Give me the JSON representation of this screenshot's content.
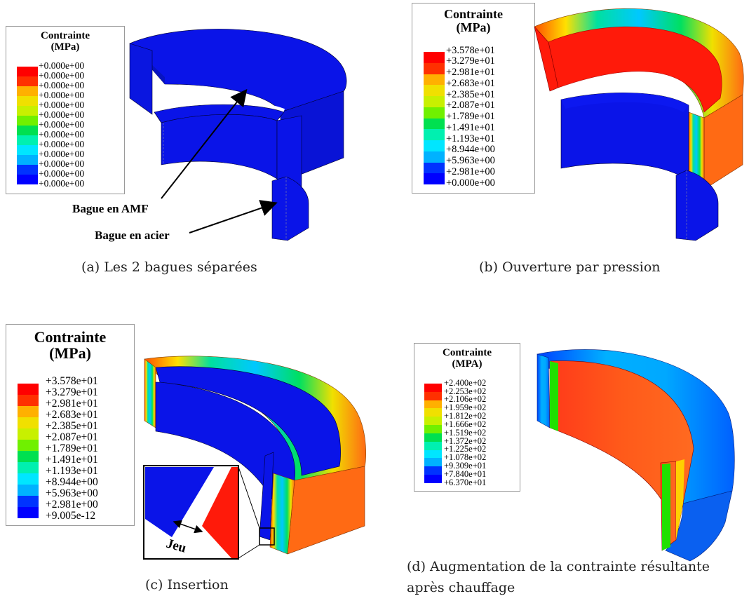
{
  "colors": {
    "scale": [
      "#0000ff",
      "#0033ff",
      "#0080ff",
      "#00b2ff",
      "#00e6ff",
      "#00f0b0",
      "#00e050",
      "#20e000",
      "#70f000",
      "#c8f000",
      "#f0e000",
      "#ffb000",
      "#ff7000",
      "#ff3000",
      "#ff0000"
    ],
    "blue": "#0a14e8",
    "red": "#ff1a0a",
    "orange": "#ff6a14"
  },
  "panels": [
    {
      "id": "a",
      "caption": "(a)  Les 2 bagues séparées",
      "legend": {
        "title": "Contrainte\n(MPa)",
        "labels": [
          "+0.000e+00",
          "+0.000e+00",
          "+0.000e+00",
          "+0.000e+00",
          "+0.000e+00",
          "+0.000e+00",
          "+0.000e+00",
          "+0.000e+00",
          "+0.000e+00",
          "+0.000e+00",
          "+0.000e+00",
          "+0.000e+00",
          "+0.000e+00"
        ]
      },
      "annotations": [
        "Bague en AMF",
        "Bague en acier"
      ]
    },
    {
      "id": "b",
      "caption": "(b)  Ouverture par pression",
      "legend": {
        "title": "Contrainte\n(MPa)",
        "labels": [
          "+3.578e+01",
          "+3.279e+01",
          "+2.981e+01",
          "+2.683e+01",
          "+2.385e+01",
          "+2.087e+01",
          "+1.789e+01",
          "+1.491e+01",
          "+1.193e+01",
          "+8.944e+00",
          "+5.963e+00",
          "+2.981e+00",
          "+0.000e+00"
        ]
      }
    },
    {
      "id": "c",
      "caption": "(c)  Insertion",
      "legend": {
        "title": "Contrainte\n(MPa)",
        "labels": [
          "+3.578e+01",
          "+3.279e+01",
          "+2.981e+01",
          "+2.683e+01",
          "+2.385e+01",
          "+2.087e+01",
          "+1.789e+01",
          "+1.491e+01",
          "+1.193e+01",
          "+8.944e+00",
          "+5.963e+00",
          "+2.981e+00",
          "+9.005e-12"
        ]
      },
      "annotations": [
        "Jeu"
      ]
    },
    {
      "id": "d",
      "caption": "(d)  Augmentation de la contrainte résultante\naprès chauffage",
      "legend": {
        "title": "Contrainte\n(MPA)",
        "labels": [
          "+2.400e+02",
          "+2.253e+02",
          "+2.106e+02",
          "+1.959e+02",
          "+1.812e+02",
          "+1.666e+02",
          "+1.519e+02",
          "+1.372e+02",
          "+1.225e+02",
          "+1.078e+02",
          "+9.309e+01",
          "+7.840e+01",
          "+6.370e+01"
        ]
      }
    }
  ]
}
